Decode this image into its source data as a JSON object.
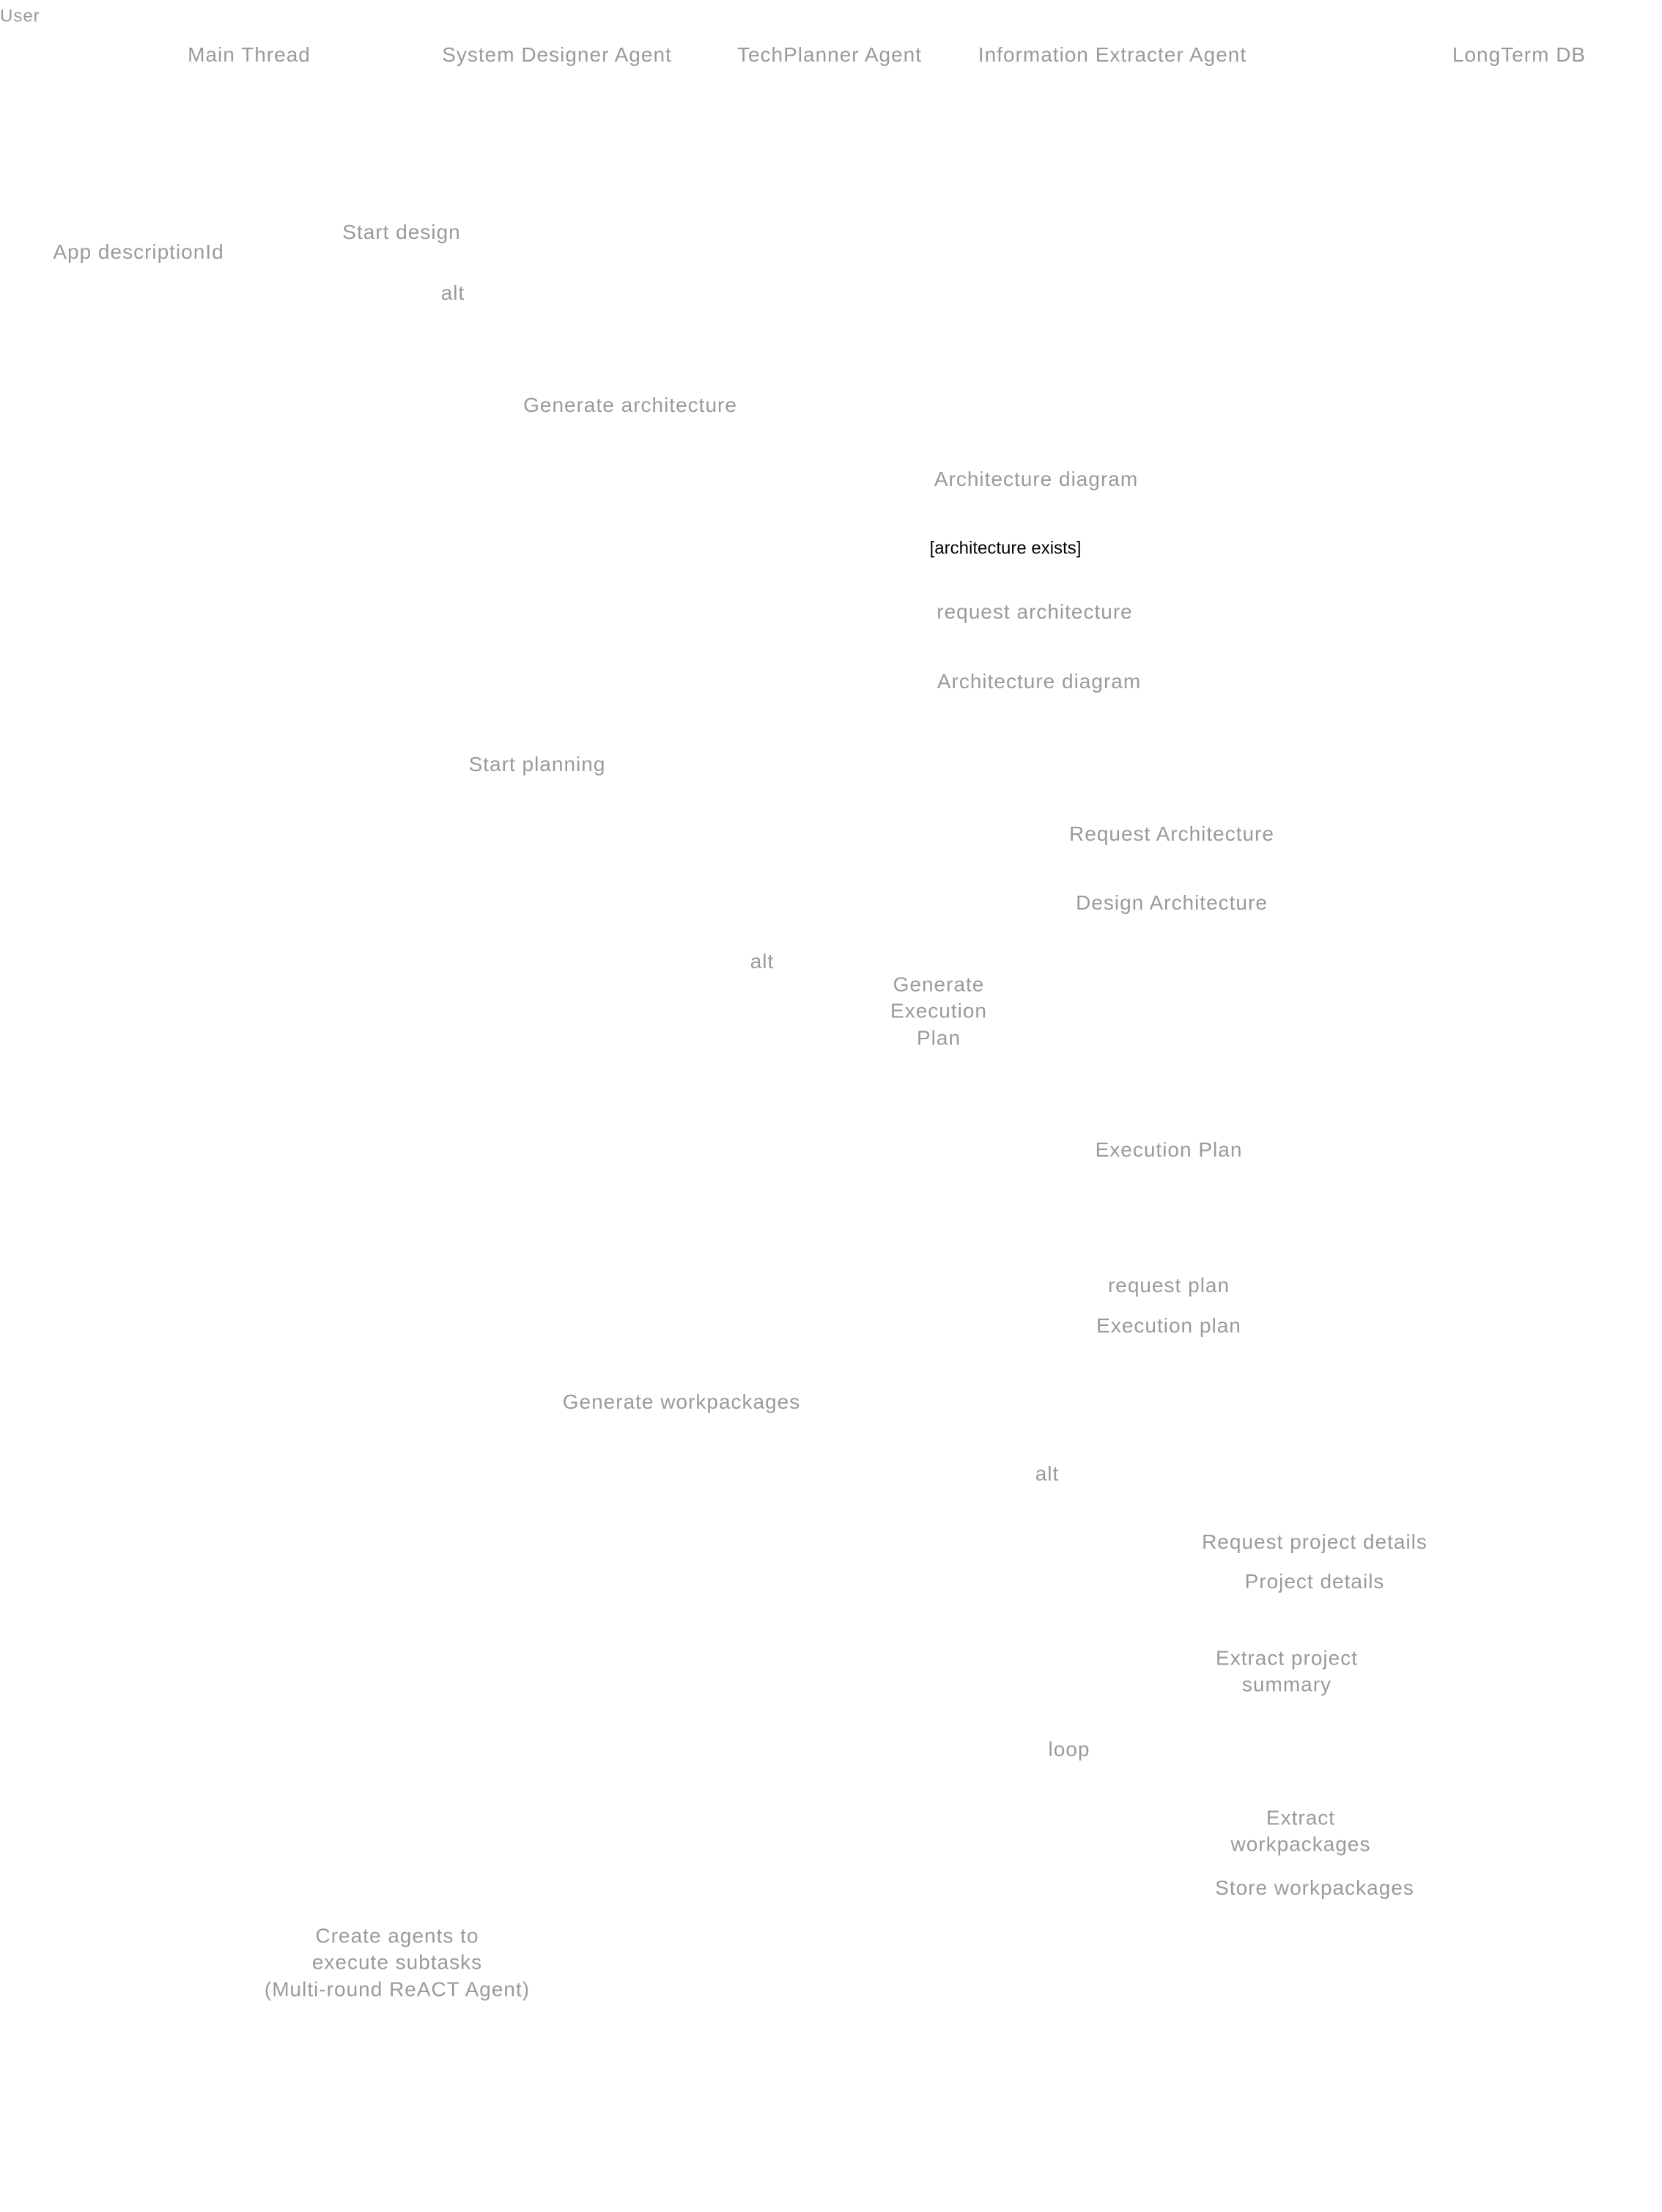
{
  "participants": {
    "user": "User",
    "main_thread": "Main Thread",
    "system_designer": "System Designer Agent",
    "tech_planner": "TechPlanner Agent",
    "info_extracter": "Information Extracter Agent",
    "longterm_db": "LongTerm DB"
  },
  "messages": {
    "start_design": "Start design",
    "app_description_id": "App descriptionId",
    "alt1": "alt",
    "generate_architecture": "Generate architecture",
    "architecture_diagram_1": "Architecture diagram",
    "guard_architecture_exists": "[architecture exists]",
    "request_architecture": "request architecture",
    "architecture_diagram_2": "Architecture diagram",
    "start_planning": "Start planning",
    "request_architecture_2": "Request Architecture",
    "design_architecture": "Design Architecture",
    "alt2": "alt",
    "generate_execution_plan": "Generate\nExecution\nPlan",
    "execution_plan_1": "Execution Plan",
    "request_plan": "request plan",
    "execution_plan_2": "Execution plan",
    "generate_workpackages": "Generate workpackages",
    "alt3": "alt",
    "request_project_details": "Request project details",
    "project_details": "Project details",
    "extract_project_summary": "Extract project\nsummary",
    "loop": "loop",
    "extract_workpackages": "Extract\nworkpackages",
    "store_workpackages": "Store workpackages",
    "create_agents": "Create agents to\nexecute subtasks\n(Multi-round ReACT Agent)"
  }
}
